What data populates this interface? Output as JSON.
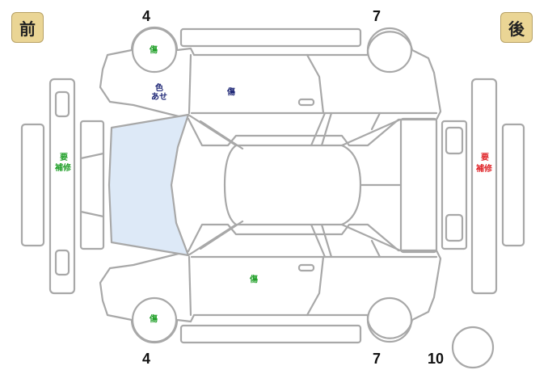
{
  "labels": {
    "front": "前",
    "rear": "後"
  },
  "tire_positions": {
    "front_left": "4",
    "rear_left": "7",
    "front_right": "4",
    "rear_right": "7",
    "spare": "10"
  },
  "damage_notes": {
    "front_tire_top": "傷",
    "front_tire_bottom": "傷",
    "hood_color_line1": "色",
    "hood_color_line2": "あせ",
    "top_door": "傷",
    "bottom_door": "傷",
    "front_bumper_line1": "要",
    "front_bumper_line2": "補修",
    "rear_bumper_line1": "要",
    "rear_bumper_line2": "補修"
  },
  "colors": {
    "panel_stroke": "#a8a8a8",
    "windshield_fill": "#dde9f7",
    "note_green": "#22a02a",
    "note_red": "#e0252a",
    "note_navy": "#1c2575",
    "label_bg": "#ead595"
  }
}
